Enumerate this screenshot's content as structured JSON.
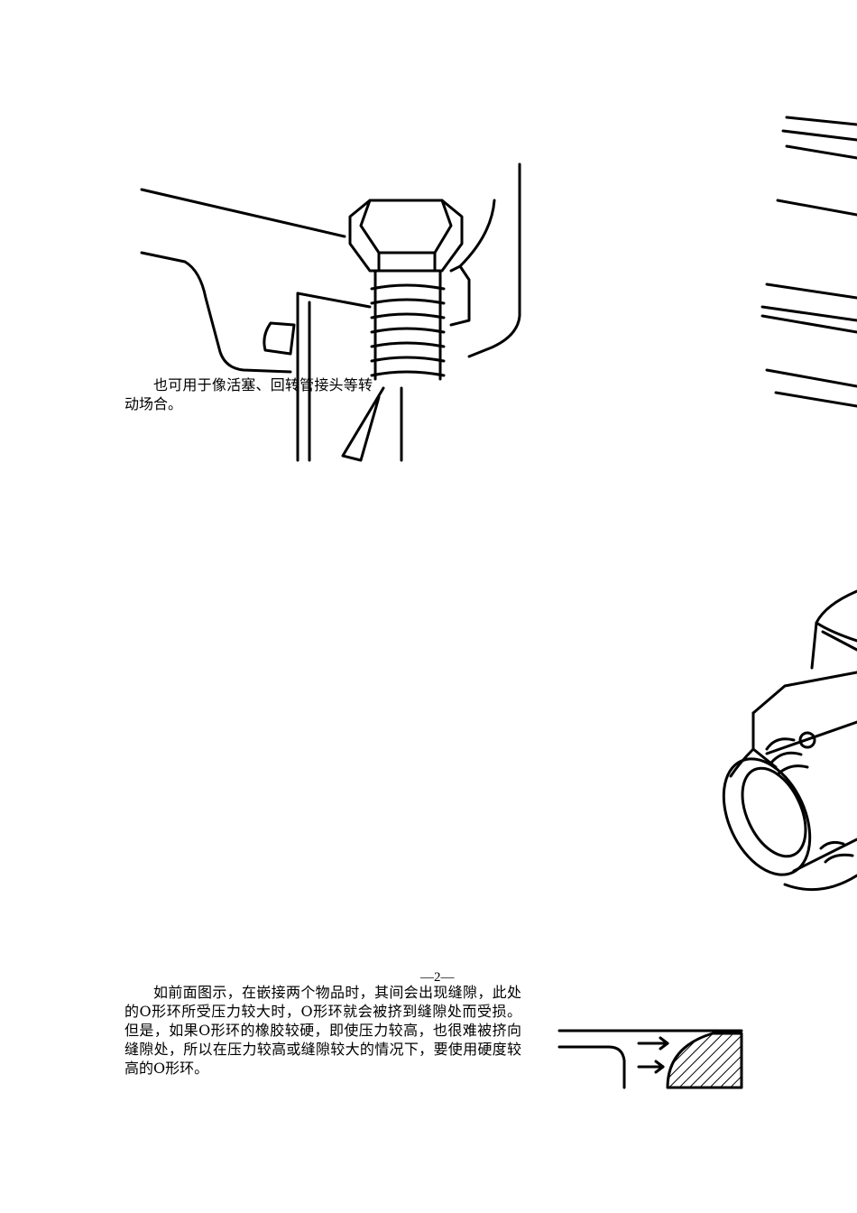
{
  "paragraphs": [
    {
      "text": "也可用于像活塞、回转管接头等转动场合。"
    },
    {
      "text": "如前面图示，在嵌接两个物品时，其间会出现缝隙，此处的O形环所受压力较大时，O形环就会被挤到缝隙处而受损。但是，如果O形环的橡胶较硬，即使压力较高，也很难被挤向缝隙处，所以在压力较高或缝隙较大的情况下，要使用硬度较高的O形环。"
    }
  ],
  "page_number": "—2—",
  "colors": {
    "ink": "#000000",
    "paper": "#ffffff"
  }
}
